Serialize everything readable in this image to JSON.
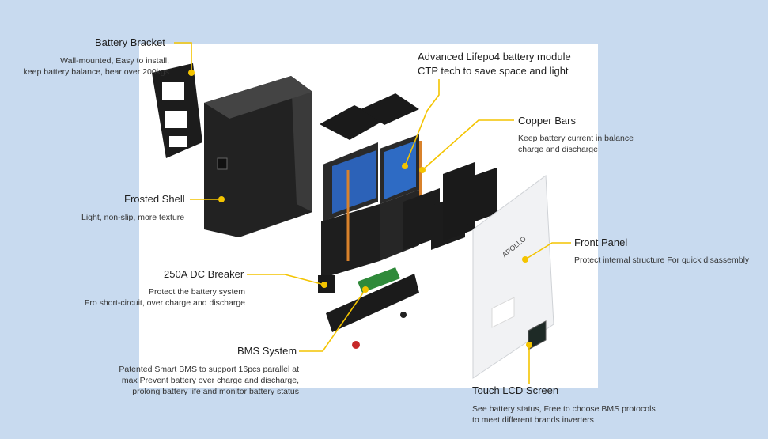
{
  "colors": {
    "background": "#c8daef",
    "callout": "#f4c400",
    "panel": "#ffffff"
  },
  "diagram": {
    "brand_mark": "APOLLO",
    "callouts": [
      {
        "id": "battery-bracket",
        "title": "Battery Bracket",
        "desc": [
          "Wall-mounted, Easy to install,",
          "keep battery balance, bear over 200kgs"
        ]
      },
      {
        "id": "battery-module",
        "title": "Advanced Lifepo4 battery module",
        "title2": "CTP tech to save space and light",
        "desc": []
      },
      {
        "id": "copper-bars",
        "title": "Copper Bars",
        "desc": [
          "Keep battery current in balance",
          "charge and discharge"
        ]
      },
      {
        "id": "frosted-shell",
        "title": "Frosted Shell",
        "desc": [
          "Light, non-slip, more texture"
        ]
      },
      {
        "id": "front-panel",
        "title": "Front Panel",
        "desc": [
          "Protect internal structure For quick disassembly"
        ]
      },
      {
        "id": "dc-breaker",
        "title": "250A DC Breaker",
        "desc": [
          "Protect the battery system",
          "Fro short-circuit, over charge and discharge"
        ]
      },
      {
        "id": "bms-system",
        "title": "BMS System",
        "desc": [
          "Patented Smart BMS to support 16pcs parallel at",
          "max Prevent battery over charge and discharge,",
          "prolong battery life and monitor battery status"
        ]
      },
      {
        "id": "touch-lcd",
        "title": "Touch LCD Screen",
        "desc": [
          "See battery status, Free to choose BMS protocols",
          "to meet different brands inverters"
        ]
      }
    ]
  }
}
